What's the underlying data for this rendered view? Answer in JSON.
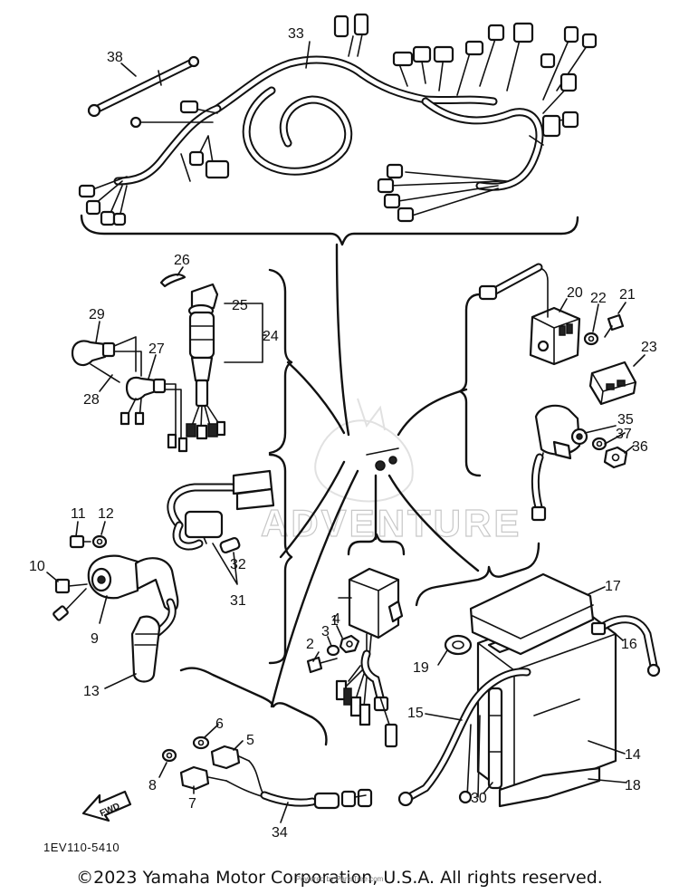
{
  "diagram": {
    "part_numbers": [
      "1",
      "2",
      "3",
      "4",
      "5",
      "6",
      "7",
      "8",
      "9",
      "10",
      "11",
      "12",
      "13",
      "14",
      "15",
      "16",
      "17",
      "18",
      "19",
      "20",
      "21",
      "22",
      "23",
      "24",
      "25",
      "26",
      "27",
      "28",
      "29",
      "30",
      "31",
      "32",
      "33",
      "34",
      "35",
      "36",
      "37",
      "38"
    ],
    "diagram_code": "1EV110-5410",
    "direction_label": "FWD",
    "watermark": "ADVENTURE",
    "copyright": "©2023 Yamaha Motor Corporation, U.S.A. All rights reserved.",
    "credit": "Powered by PartsTree.com"
  }
}
